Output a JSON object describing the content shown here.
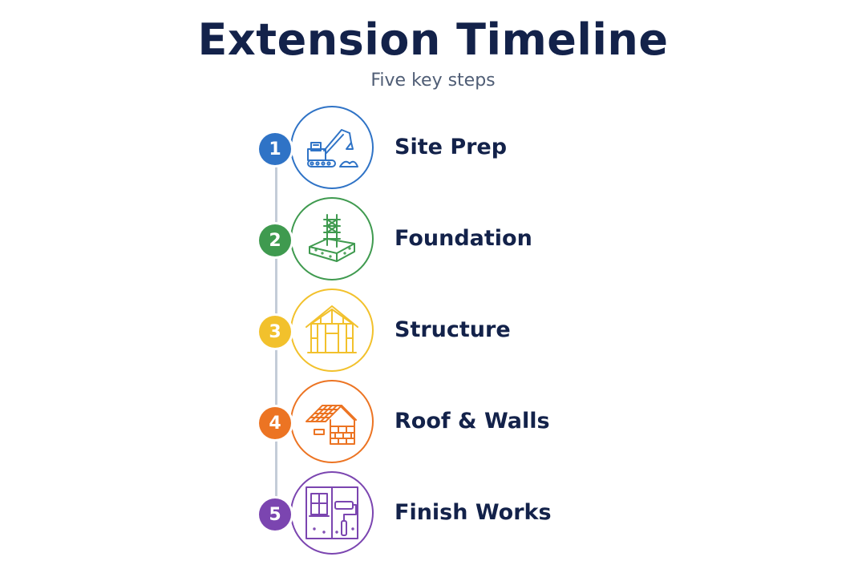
{
  "title": "Extension Timeline",
  "subtitle": "Five key steps",
  "steps": [
    {
      "number": "1",
      "label": "Site Prep",
      "icon": "excavator-icon",
      "color": "#2f73c6"
    },
    {
      "number": "2",
      "label": "Foundation",
      "icon": "foundation-rebar-icon",
      "color": "#3f9a4f"
    },
    {
      "number": "3",
      "label": "Structure",
      "icon": "house-frame-icon",
      "color": "#f2c12c"
    },
    {
      "number": "4",
      "label": "Roof & Walls",
      "icon": "roof-brick-wall-icon",
      "color": "#ec7423"
    },
    {
      "number": "5",
      "label": "Finish Works",
      "icon": "window-paint-roller-icon",
      "color": "#7b45b0"
    }
  ]
}
